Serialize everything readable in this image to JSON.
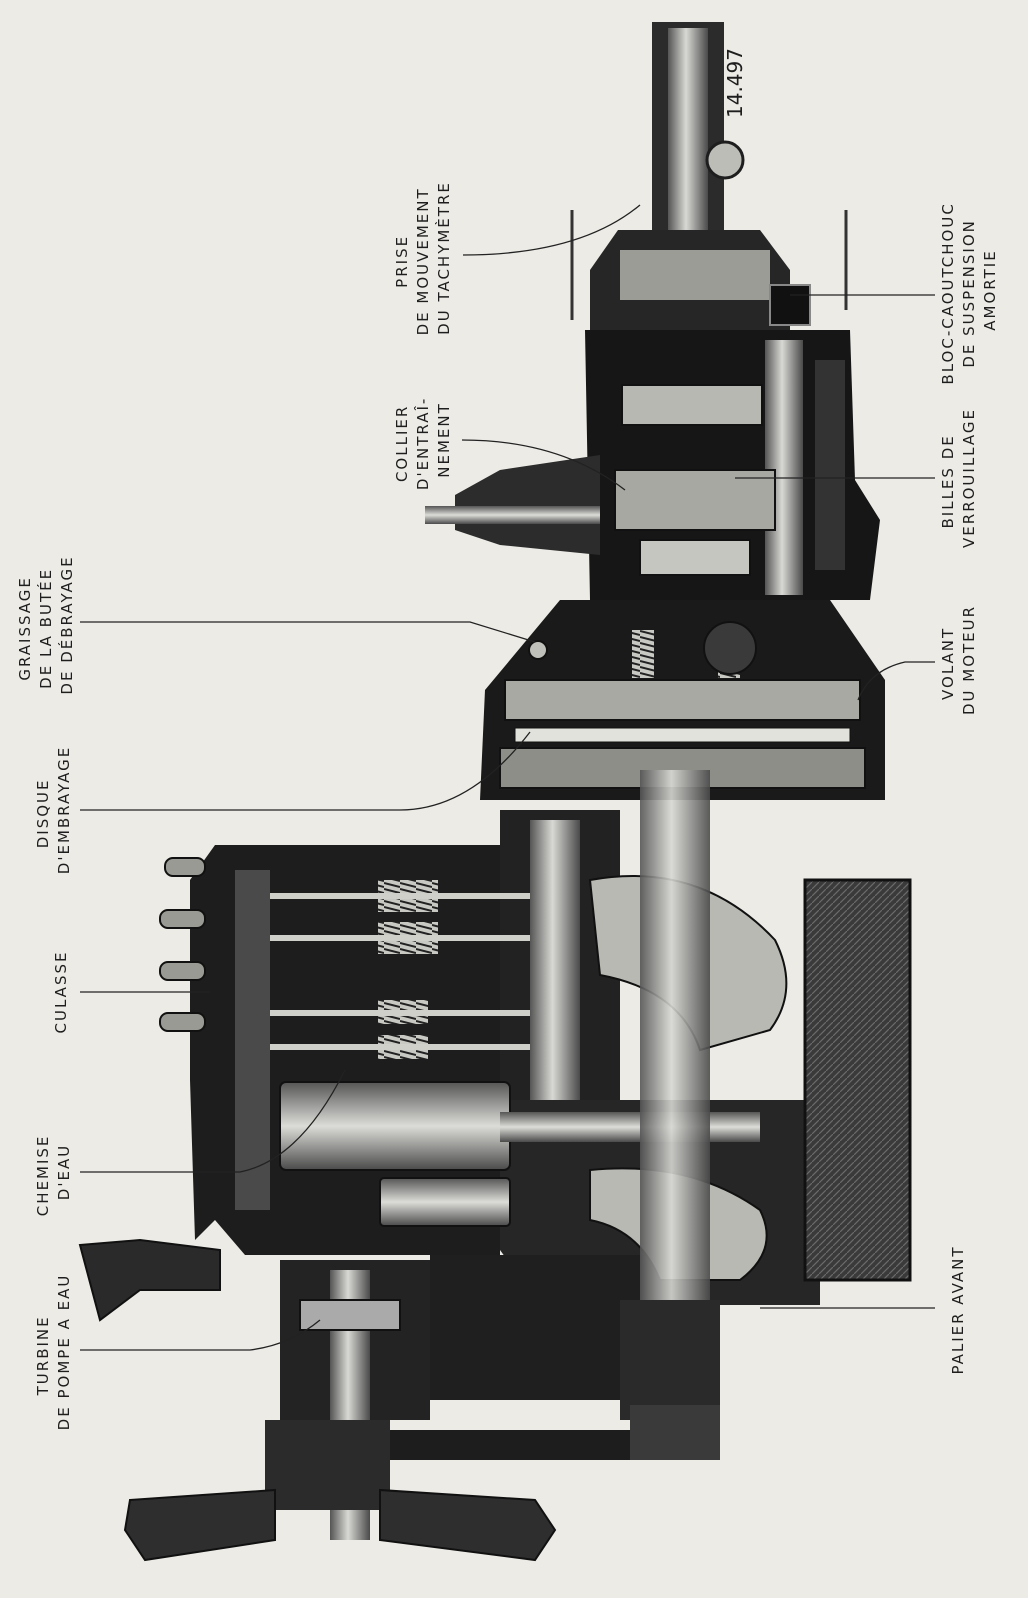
{
  "drawing": {
    "reference_number": "14.497",
    "labels": {
      "tachymetre": [
        "PRISE",
        "DE MOUVEMENT",
        "DU TACHYMÈTRE"
      ],
      "collier": [
        "COLLIER",
        "D'ENTRAÎ-",
        "NEMENT"
      ],
      "graissage": [
        "GRAISSAGE",
        "DE LA BUTÉE",
        "DE DÉBRAYAGE"
      ],
      "disque": [
        "DISQUE",
        "D'EMBRAYAGE"
      ],
      "culasse": [
        "CULASSE"
      ],
      "chemise": [
        "CHEMISE",
        "D'EAU"
      ],
      "turbine": [
        "TURBINE",
        "DE POMPE A EAU"
      ],
      "bloc": [
        "BLOC-CAOUTCHOUC",
        "DE SUSPENSION",
        "AMORTIE"
      ],
      "billes": [
        "BILLES DE",
        "VERROUILLAGE"
      ],
      "volant": [
        "VOLANT",
        "DU MOTEUR"
      ],
      "palier": [
        "PALIER AVANT"
      ]
    }
  }
}
